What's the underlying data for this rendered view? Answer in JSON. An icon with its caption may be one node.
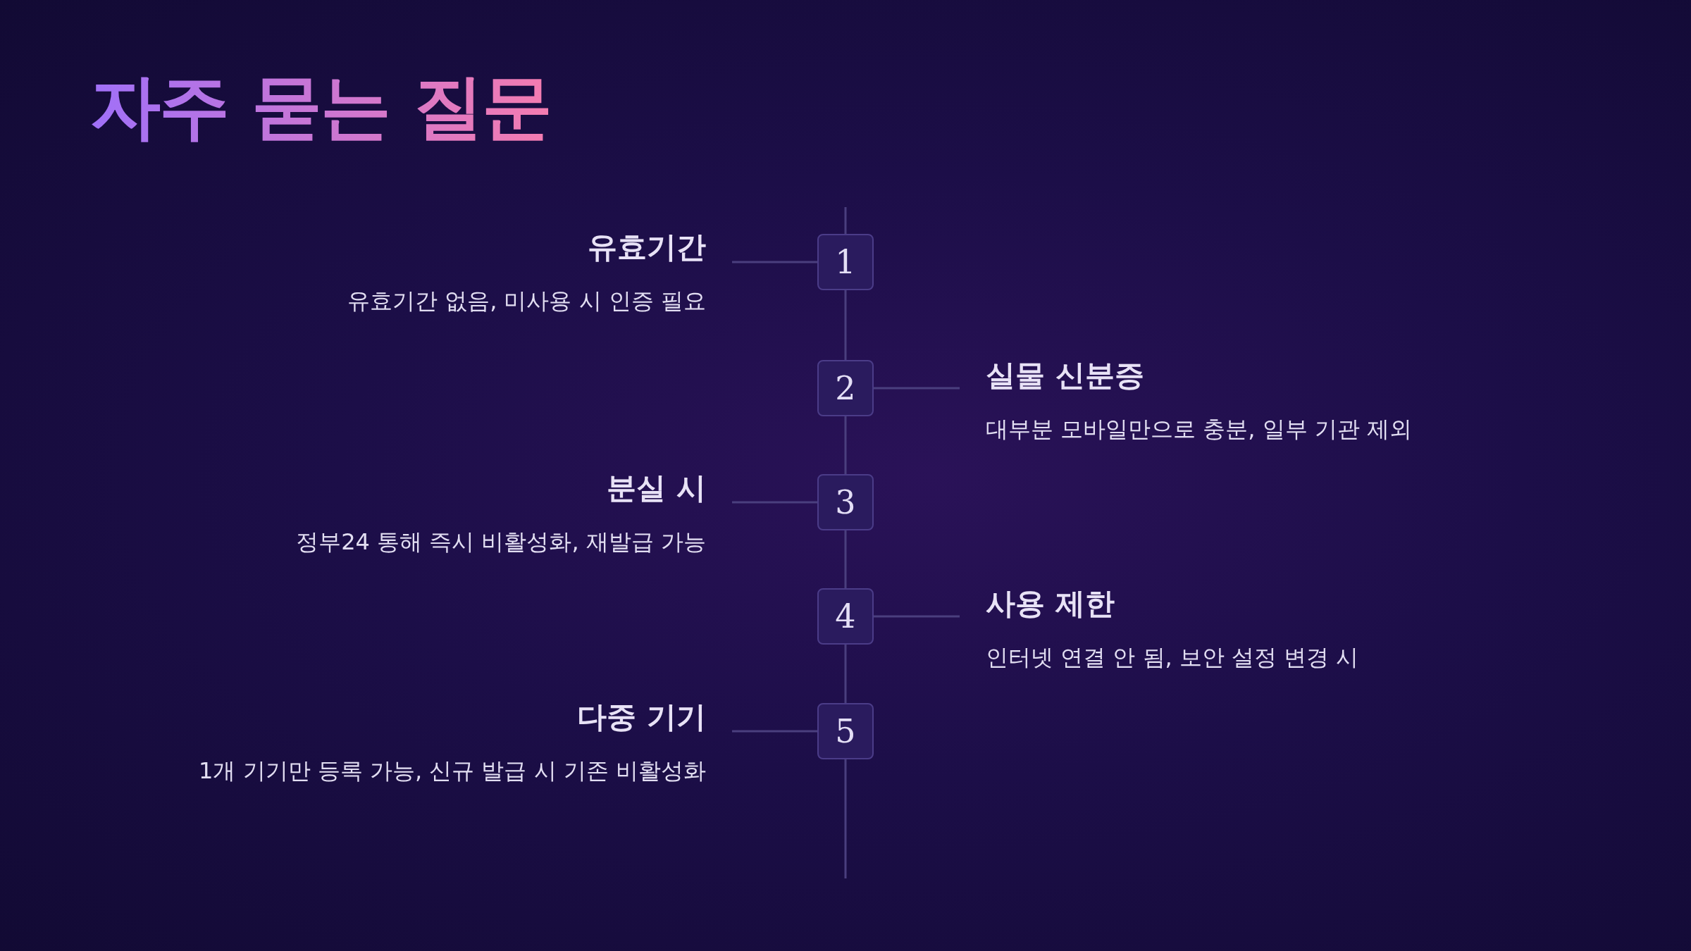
{
  "diagram": {
    "title": "자주 묻는 질문",
    "nodes": [
      {
        "text": [
          "1"
        ]
      },
      {
        "text": [
          "유효기간",
          "유효기간 없음, 미사용 시 인증 필요"
        ]
      },
      {
        "text": [
          "2"
        ]
      },
      {
        "text": [
          "실물 신분증",
          "대부분 모바일만으로 충분, 일부 기관 제외"
        ]
      },
      {
        "text": [
          "3"
        ]
      },
      {
        "text": [
          "분실 시",
          "정부24 통해 즉시 비활성화, 재발급 가능"
        ]
      },
      {
        "text": [
          "4"
        ]
      },
      {
        "text": [
          "사용 제한",
          "인터넷 연결 안 됨, 보안 설정 변경 시"
        ]
      },
      {
        "text": [
          "5"
        ]
      },
      {
        "text": [
          "다중 기기",
          "1개 기기만 등록 가능, 신규 발급 시 기존 비활성화"
        ]
      }
    ],
    "edges": [
      {
        "from": 0,
        "to": 1,
        "arrow": "none"
      },
      {
        "from": 2,
        "to": 3,
        "arrow": "none"
      },
      {
        "from": 4,
        "to": 5,
        "arrow": "none"
      },
      {
        "from": 6,
        "to": 7,
        "arrow": "none"
      },
      {
        "from": 8,
        "to": 9,
        "arrow": "none"
      },
      {
        "from": 0,
        "to": 2,
        "arrow": "none"
      },
      {
        "from": 2,
        "to": 4,
        "arrow": "none"
      },
      {
        "from": 4,
        "to": 6,
        "arrow": "none"
      },
      {
        "from": 6,
        "to": 8,
        "arrow": "none"
      }
    ]
  }
}
